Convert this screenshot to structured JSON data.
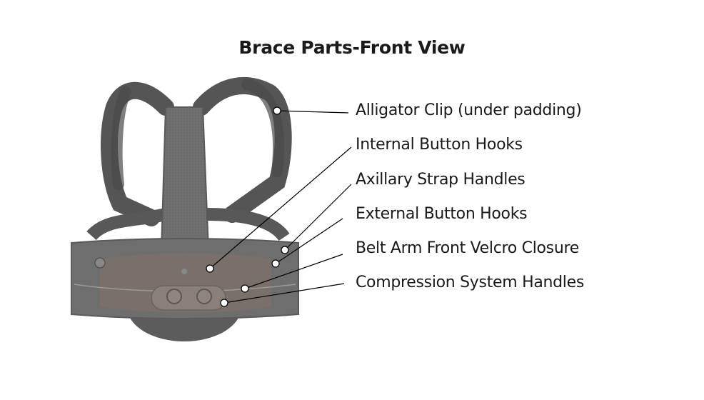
{
  "title": "Brace Parts-Front View",
  "colors": {
    "strap": "#575757",
    "strap_edge": "#444444",
    "panel": "#6e6e6e",
    "belt": "#707070",
    "belt_panel": "#7b716c",
    "leader": "#000000",
    "marker": "#ffffff"
  },
  "callouts": [
    {
      "id": "alligator-clip",
      "label": "Alligator Clip (under padding)"
    },
    {
      "id": "internal-button-hooks",
      "label": "Internal Button Hooks"
    },
    {
      "id": "axillary-strap-handles",
      "label": "Axillary Strap Handles"
    },
    {
      "id": "external-button-hooks",
      "label": "External Button Hooks"
    },
    {
      "id": "belt-arm-velcro",
      "label": "Belt Arm Front Velcro Closure"
    },
    {
      "id": "compression-handles",
      "label": "Compression System Handles"
    }
  ]
}
